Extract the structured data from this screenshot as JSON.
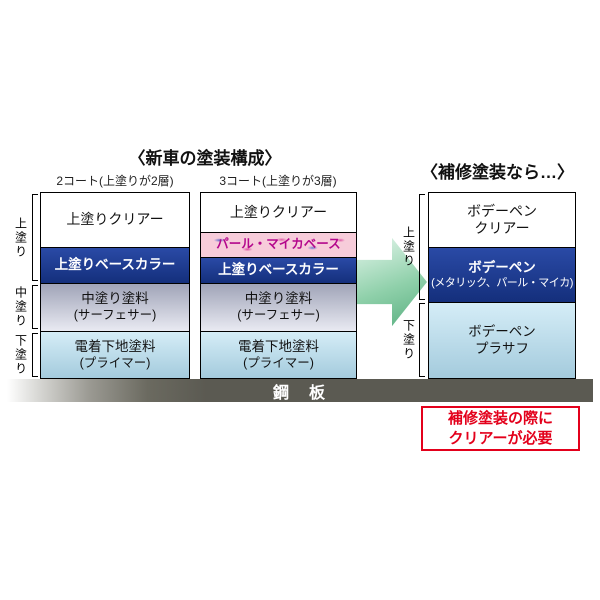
{
  "titles": {
    "new_car": "〈新車の塗装構成〉",
    "repair": "〈補修塗装なら…〉"
  },
  "coat2": {
    "header": "2コート(上塗りが2層)",
    "layers": {
      "clear": "上塗りクリアー",
      "base": "上塗りベースカラー",
      "mid1": "中塗り塗料",
      "mid2": "(サーフェサー)",
      "primer1": "電着下地塗料",
      "primer2": "(プライマー)"
    }
  },
  "coat3": {
    "header": "3コート(上塗りが3層)",
    "layers": {
      "clear": "上塗りクリアー",
      "pearl": "パール・マイカベース",
      "base": "上塗りベースカラー",
      "mid1": "中塗り塗料",
      "mid2": "(サーフェサー)",
      "primer1": "電着下地塗料",
      "primer2": "(プライマー)"
    }
  },
  "repair": {
    "layers": {
      "clear1": "ボデーペン",
      "clear2": "クリアー",
      "pen1": "ボデーペン",
      "pen2": "(メタリック、パール・マイカ)",
      "primer1": "ボデーペン",
      "primer2": "プラサフ"
    }
  },
  "side_labels": {
    "left_top": "上塗り",
    "left_mid": "中塗り",
    "left_bottom": "下塗り",
    "right_top": "上塗り",
    "right_bottom": "下塗り"
  },
  "steel_plate": "鋼　板",
  "note": {
    "line1": "補修塗装の際に",
    "line2": "クリアーが必要"
  },
  "colors": {
    "navy": "#1b3e94",
    "light_blue": "#bfe0ee",
    "surfacer_gray": "#b9bccd",
    "pearl_pink": "#f6c9d9",
    "arrow_green": "#7fca9f",
    "steel_gray": "#5b5a52",
    "note_red": "#e3001b"
  }
}
